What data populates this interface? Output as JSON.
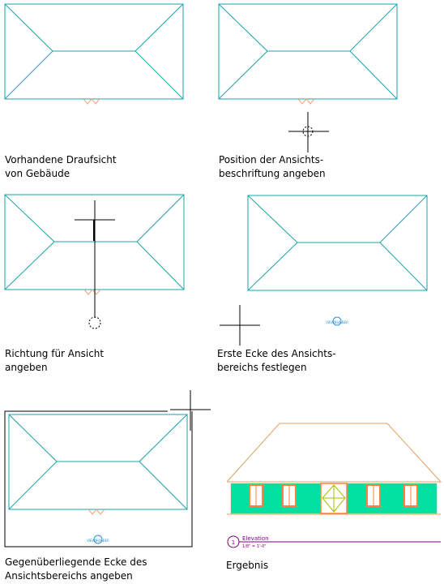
{
  "steps": [
    {
      "id": "s1",
      "caption": [
        "Vorhandene Draufsicht",
        "von Gebäude"
      ]
    },
    {
      "id": "s2",
      "caption": [
        "Position der Ansichts-",
        "beschriftung angeben"
      ]
    },
    {
      "id": "s3",
      "caption": [
        "Richtung für Ansicht",
        "angeben"
      ]
    },
    {
      "id": "s4",
      "caption": [
        "Erste Ecke des Ansichts-",
        "bereichs festlegen"
      ]
    },
    {
      "id": "s5",
      "caption": [
        "Gegenüberliegende Ecke des",
        "Ansichtsbereichs angeben"
      ]
    },
    {
      "id": "s6",
      "caption": [
        "Ergebnis"
      ]
    }
  ],
  "tag_label": "VIEWNUMBER",
  "elevation_label": {
    "number": "1",
    "title": "Elevation",
    "scale": "1/8\" = 1'-0\""
  },
  "colors": {
    "roof": "#1aa3a8",
    "door_marker": "#f0a070",
    "cursor": "#000000",
    "tag": "#2a8fd6",
    "elev_roof": "#e0a060",
    "elev_wall": "#00e0a0",
    "elev_window": "#ff8040",
    "elev_door_diamond": "#a0c000",
    "elev_label": "#800080"
  }
}
